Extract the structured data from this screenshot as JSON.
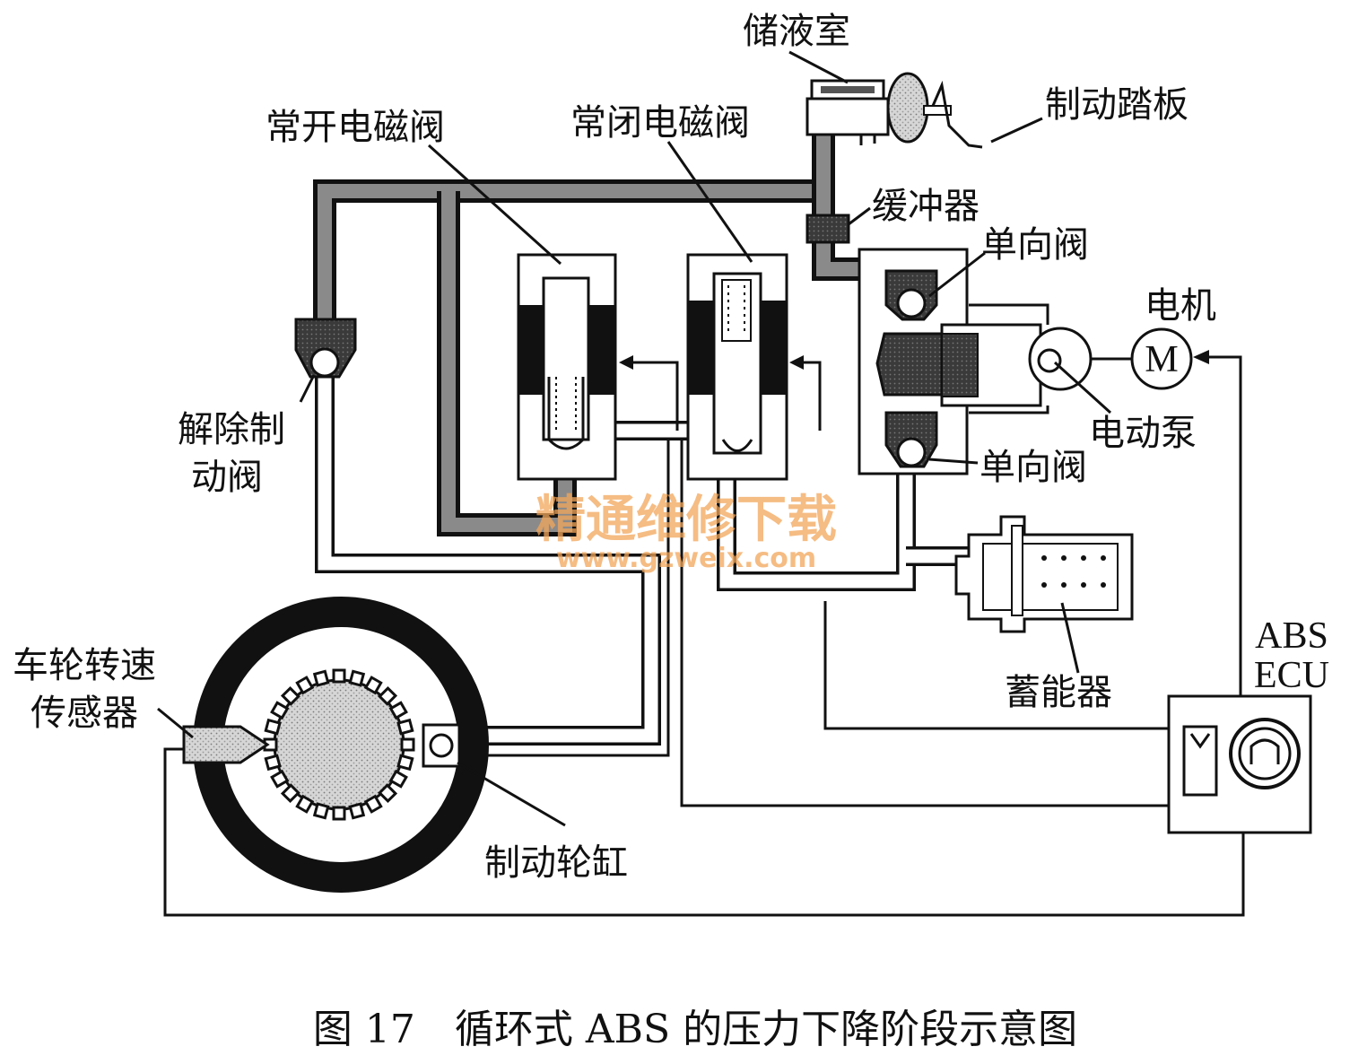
{
  "diagram": {
    "labels": {
      "reservoir": "储液室",
      "brake_pedal": "制动踏板",
      "normally_open_valve": "常开电磁阀",
      "normally_closed_valve": "常闭电磁阀",
      "buffer": "缓冲器",
      "check_valve_top": "单向阀",
      "motor_title": "电机",
      "motor_symbol": "M",
      "electric_pump": "电动泵",
      "check_valve_bottom": "单向阀",
      "release_valve_line1": "解除制",
      "release_valve_line2": "动阀",
      "wheel_sensor_line1": "车轮转速",
      "wheel_sensor_line2": "传感器",
      "accumulator": "蓄能器",
      "ecu_line1": "ABS",
      "ecu_line2": "ECU",
      "wheel_cylinder": "制动轮缸"
    },
    "watermark": {
      "line1": "精通维修下载",
      "line2": "www.gzweix.com",
      "color": "#f2a65a"
    },
    "caption": "图 17　循环式 ABS 的压力下降阶段示意图"
  }
}
